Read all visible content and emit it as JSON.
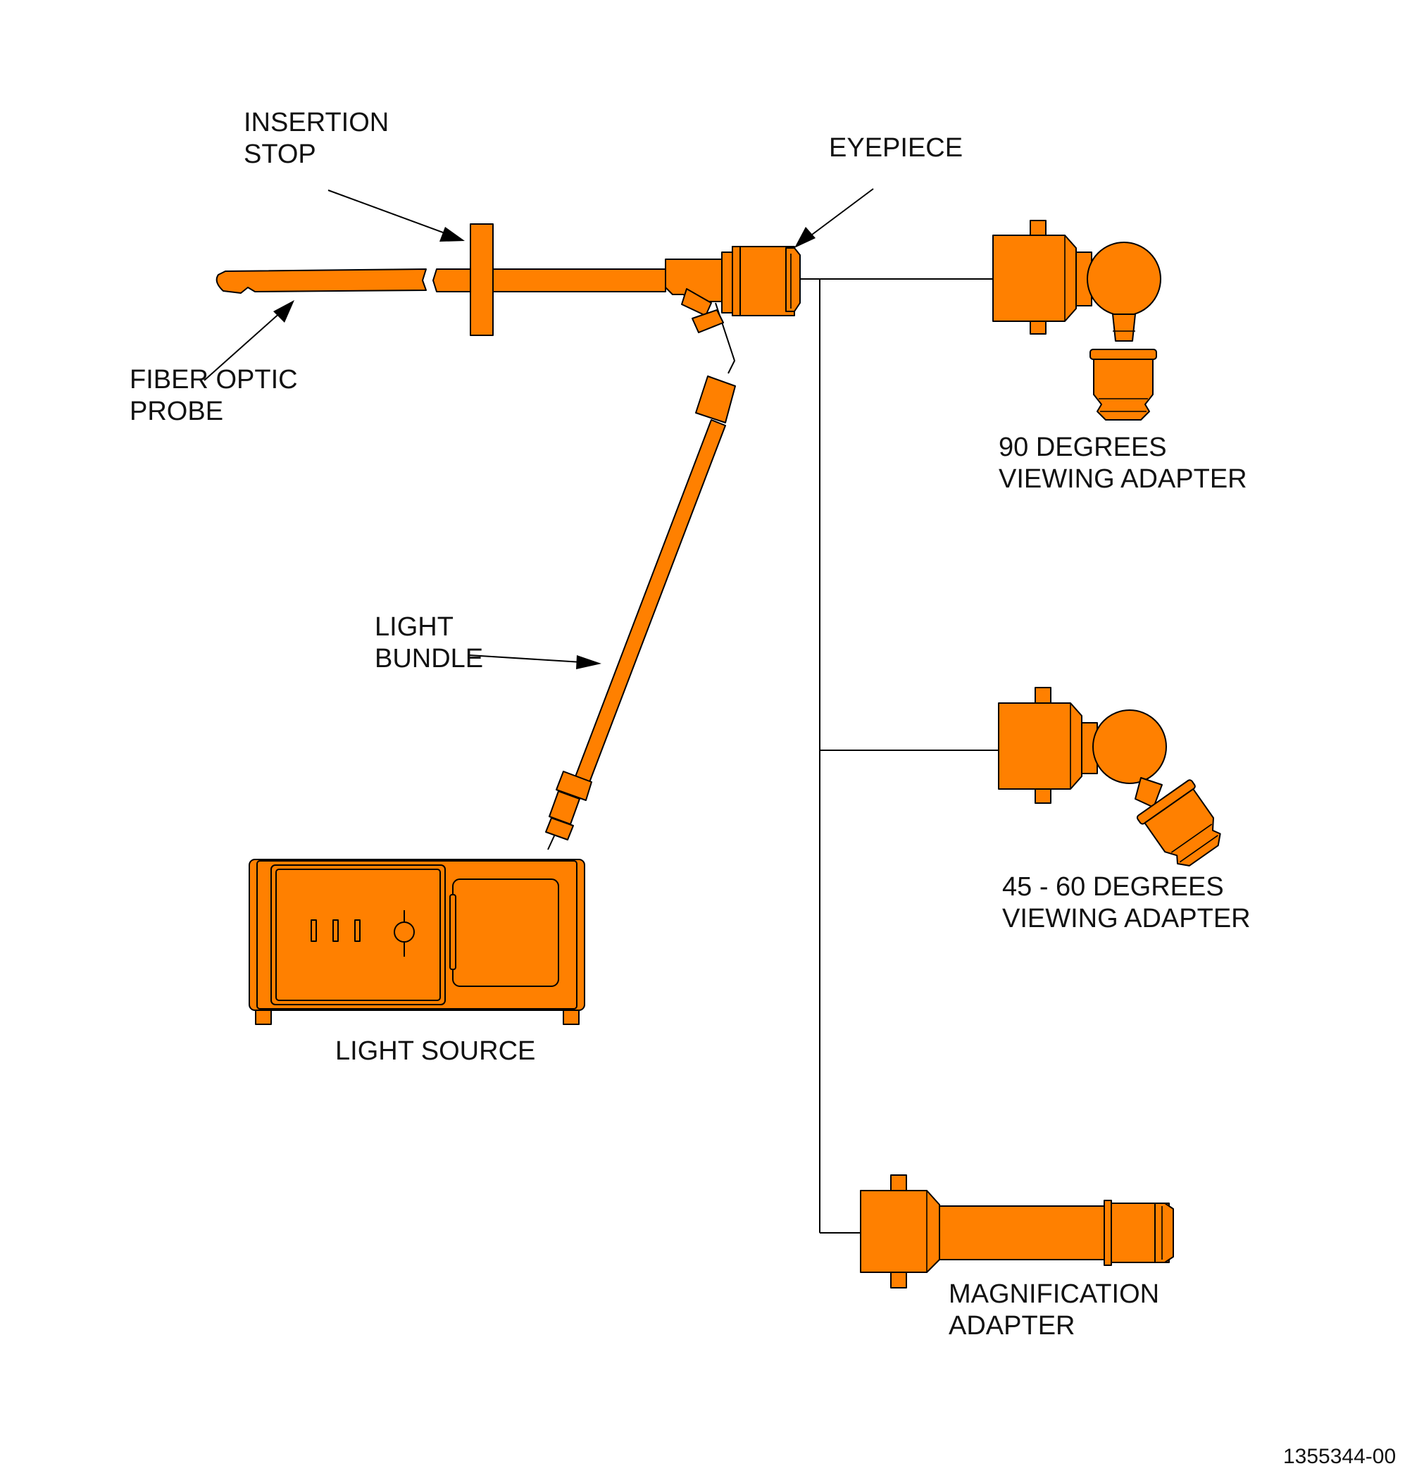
{
  "labels": {
    "insertion_stop": [
      "INSERTION",
      "STOP"
    ],
    "eyepiece": [
      "EYEPIECE"
    ],
    "fiber_optic_probe": [
      "FIBER OPTIC",
      "PROBE"
    ],
    "adapter_90": [
      "90 DEGREES",
      "VIEWING ADAPTER"
    ],
    "light_bundle": [
      "LIGHT",
      "BUNDLE"
    ],
    "adapter_45_60": [
      "45 - 60 DEGREES",
      "VIEWING ADAPTER"
    ],
    "light_source": [
      "LIGHT SOURCE"
    ],
    "magnification_adapter": [
      "MAGNIFICATION",
      "ADAPTER"
    ]
  },
  "figure_number": "1355344-00",
  "colors": {
    "part_fill": "#ff8000",
    "outline": "#000000",
    "background": "#ffffff"
  }
}
